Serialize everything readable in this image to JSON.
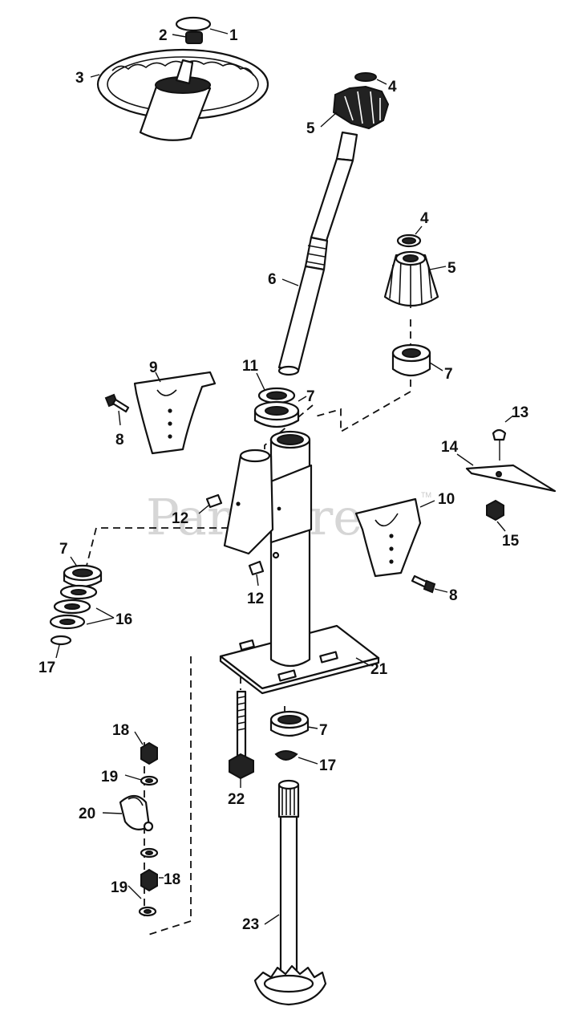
{
  "watermark": {
    "text": "PartsTree",
    "tm": "TM"
  },
  "callouts": {
    "c1": "1",
    "c2": "2",
    "c3": "3",
    "c4a": "4",
    "c4b": "4",
    "c5a": "5",
    "c5b": "5",
    "c6": "6",
    "c7a": "7",
    "c7b": "7",
    "c7c": "7",
    "c7d": "7",
    "c8a": "8",
    "c8b": "8",
    "c9": "9",
    "c10": "10",
    "c11": "11",
    "c12a": "12",
    "c12b": "12",
    "c13": "13",
    "c14": "14",
    "c15": "15",
    "c16": "16",
    "c17a": "17",
    "c17b": "17",
    "c18a": "18",
    "c18b": "18",
    "c19a": "19",
    "c19b": "19",
    "c20": "20",
    "c21": "21",
    "c22": "22",
    "c23": "23"
  },
  "colors": {
    "ink": "#111111",
    "watermark": "#d6d6d6",
    "background": "#ffffff"
  }
}
